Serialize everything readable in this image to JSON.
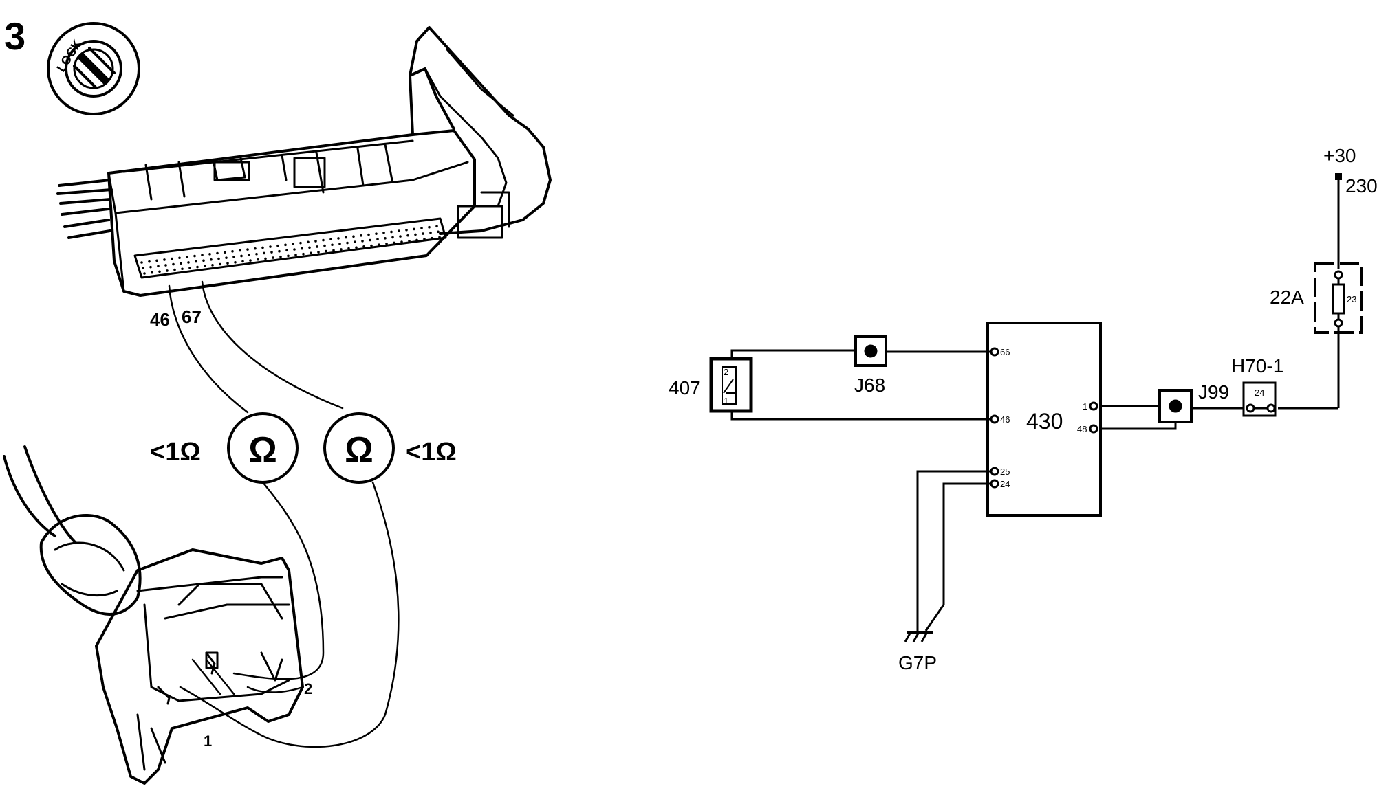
{
  "step_number": "3",
  "lock_icon": {
    "label": "LOCK"
  },
  "ecu_pins": {
    "pin_a": "46",
    "pin_b": "67"
  },
  "meters": [
    {
      "symbol": "Ω",
      "reading": "<1Ω"
    },
    {
      "symbol": "Ω",
      "reading": "<1Ω"
    }
  ],
  "sensor_connector": {
    "pin_1": "1",
    "pin_2": "2"
  },
  "schematic": {
    "supply": {
      "label": "+30",
      "wire": "230"
    },
    "fuse": {
      "label": "22A",
      "number": "23"
    },
    "relay": {
      "label": "H70-1",
      "number": "24"
    },
    "junction_j99": "J99",
    "junction_j68": "J68",
    "sensor": {
      "label": "407",
      "pin_top": "2",
      "pin_bottom": "1"
    },
    "ecu": {
      "label": "430",
      "pins": {
        "p66": "66",
        "p46": "46",
        "p25": "25",
        "p24": "24",
        "p1": "1",
        "p48": "48"
      }
    },
    "ground": "G7P"
  }
}
